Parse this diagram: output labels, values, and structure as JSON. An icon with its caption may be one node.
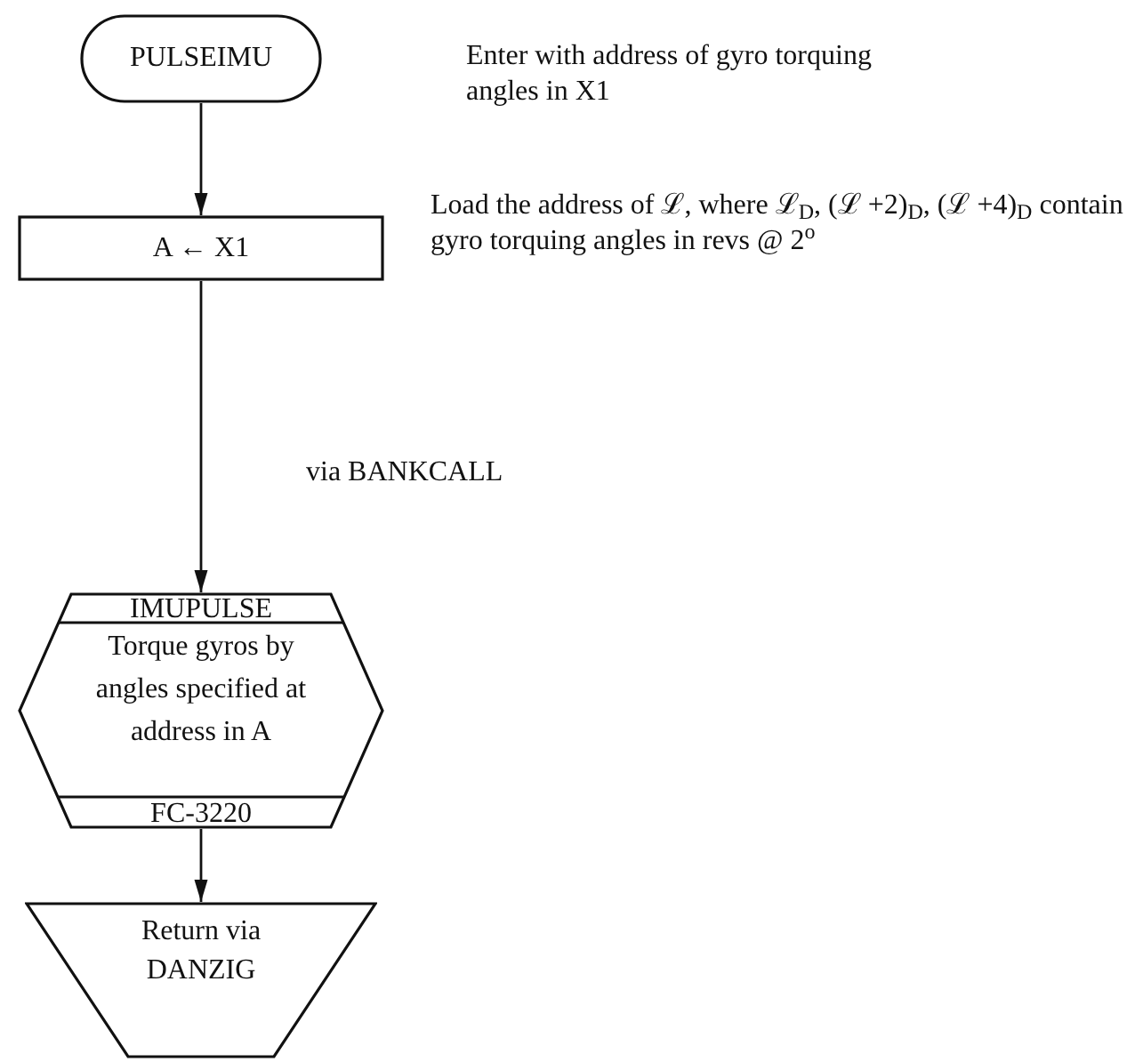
{
  "diagram": {
    "nodes": [
      {
        "text": [
          "PULSEIMU"
        ]
      },
      {
        "text": [
          "A ← X1"
        ]
      },
      {
        "text": [
          "IMUPULSE",
          "Torque gyros by angles specified at address in A",
          "FC-3220"
        ]
      },
      {
        "text": [
          "Return via DANZIG"
        ]
      }
    ],
    "edges": [
      {
        "from": 0,
        "to": 1,
        "arrow": "to"
      },
      {
        "from": 1,
        "to": 2,
        "arrow": "to",
        "label": "via BANKCALL"
      },
      {
        "from": 2,
        "to": 3,
        "arrow": "to"
      }
    ],
    "labels": [
      "Enter with address of gyro torquing angles in X1",
      "Load the address of ℒ, where ℒ$_{D}$, (ℒ +2)$_{D}$, (ℒ +4)$_{D}$ contain gyro torquing angles in revs @ 2$^{o}$"
    ]
  }
}
